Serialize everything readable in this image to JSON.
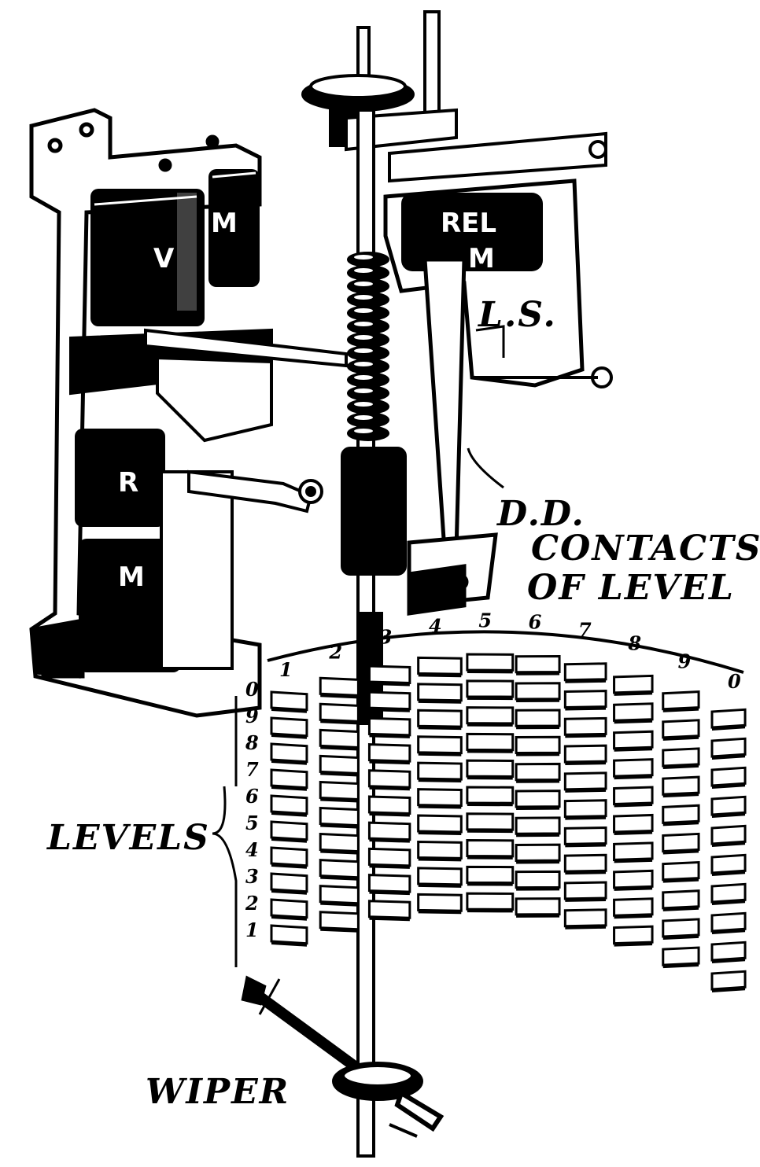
{
  "labels": {
    "ls": "L.S.",
    "dd": "D.D.",
    "contacts_line1": "CONTACTS",
    "contacts_line2": "OF LEVEL",
    "levels": "LEVELS",
    "wiper": "WIPER"
  },
  "coils": {
    "v": "V",
    "m_top": "M",
    "rel": "REL",
    "rel_m": "M",
    "r": "R",
    "m_bottom": "M"
  },
  "contact_numbers": [
    "1",
    "2",
    "3",
    "4",
    "5",
    "6",
    "7",
    "8",
    "9",
    "0"
  ],
  "level_numbers": [
    "0",
    "9",
    "8",
    "7",
    "6",
    "5",
    "4",
    "3",
    "2",
    "1"
  ],
  "colors": {
    "ink": "#000000",
    "paper": "#ffffff"
  }
}
